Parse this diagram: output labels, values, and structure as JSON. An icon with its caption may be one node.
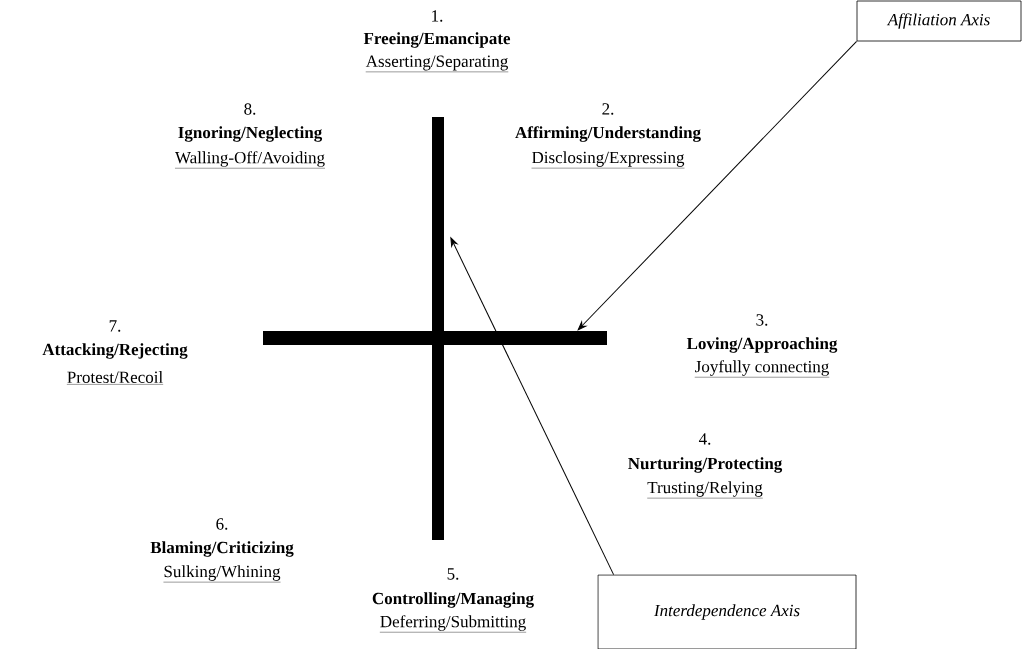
{
  "diagram": {
    "nodes": [
      {
        "text": [
          "Affiliation Axis"
        ]
      },
      {
        "text": [],
        "shape": "bar"
      },
      {
        "text": [],
        "shape": "bar"
      },
      {
        "text": [
          "Interdependence Axis"
        ]
      }
    ],
    "edges": [
      {
        "from": 0,
        "to": 2,
        "arrow": "to"
      },
      {
        "from": 3,
        "to": 1,
        "arrow": "to"
      }
    ],
    "labels": [
      "1.",
      "Freeing/Emancipate",
      "Asserting/Separating",
      "8.",
      "Ignoring/Neglecting",
      "Walling-Off/Avoiding",
      "2.",
      "Affirming/Understanding",
      "Disclosing/Expressing",
      "3.",
      "Loving/Approaching",
      "Joyfully connecting",
      "7.",
      "Attacking/Rejecting",
      "Protest/Recoil",
      "4.",
      "Nurturing/Protecting",
      "Trusting/Relying",
      "6.",
      "Blaming/Criticizing",
      "Sulking/Whining",
      "5.",
      "Controlling/Managing",
      "Deferring/Submitting"
    ]
  }
}
